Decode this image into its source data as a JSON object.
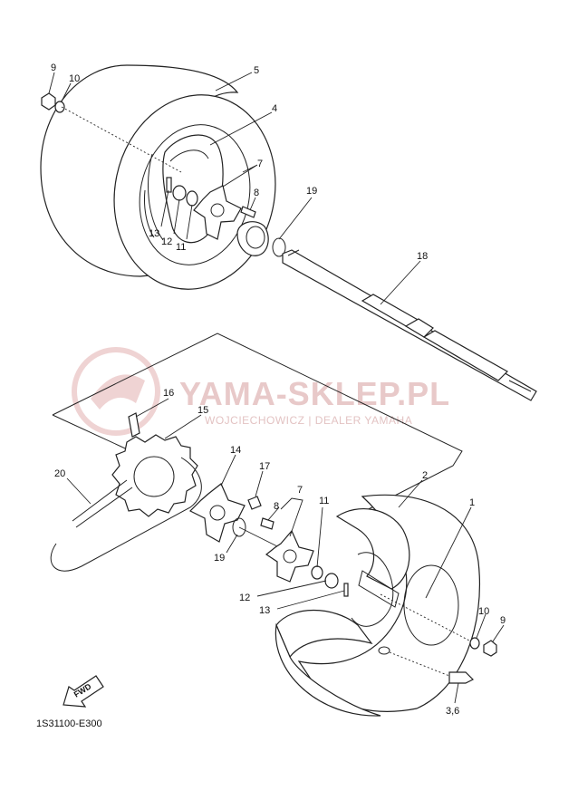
{
  "watermark": {
    "brand": "YAMA-SKLEP.PL",
    "subtitle": "WOJCIECHOWICZ | DEALER YAMAHA"
  },
  "diagram_code": "1S31100-E300",
  "fwd_label": "FWD",
  "callouts": {
    "c9a": "9",
    "c10a": "10",
    "c5": "5",
    "c4": "4",
    "c7a": "7",
    "c8a": "8",
    "c19a": "19",
    "c13a": "13",
    "c12a": "12",
    "c11a": "11",
    "c18": "18",
    "c16": "16",
    "c15": "15",
    "c20": "20",
    "c14": "14",
    "c17": "17",
    "c7b": "7",
    "c8b": "8",
    "c11b": "11",
    "c2": "2",
    "c1": "1",
    "c19b": "19",
    "c12b": "12",
    "c13b": "13",
    "c10b": "10",
    "c9b": "9",
    "c36": "3,6"
  },
  "colors": {
    "line": "#222222",
    "watermark": "#e8c9c9"
  }
}
